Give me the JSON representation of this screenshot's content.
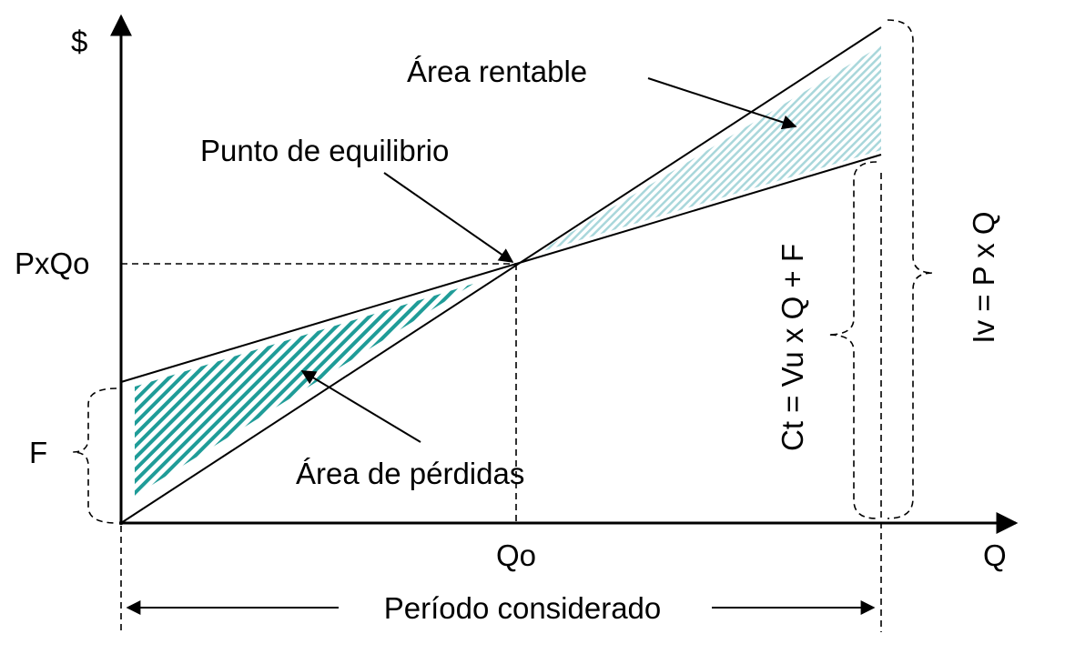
{
  "diagram": {
    "y_axis_label": "$",
    "x_axis_label": "Q",
    "breakeven_y_label": "PxQo",
    "breakeven_x_label": "Qo",
    "fixed_cost_label": "F",
    "period_label": "Período considerado",
    "profit_area_label": "Área rentable",
    "breakeven_label": "Punto de equilibrio",
    "loss_area_label": "Área de pérdidas",
    "total_cost_label": "Ct = Vu x Q + F",
    "revenue_label": "Iv = P x Q",
    "colors": {
      "loss_hatch": "#1f9c98",
      "profit_hatch": "#a9d7db",
      "lines": "#000000"
    }
  }
}
